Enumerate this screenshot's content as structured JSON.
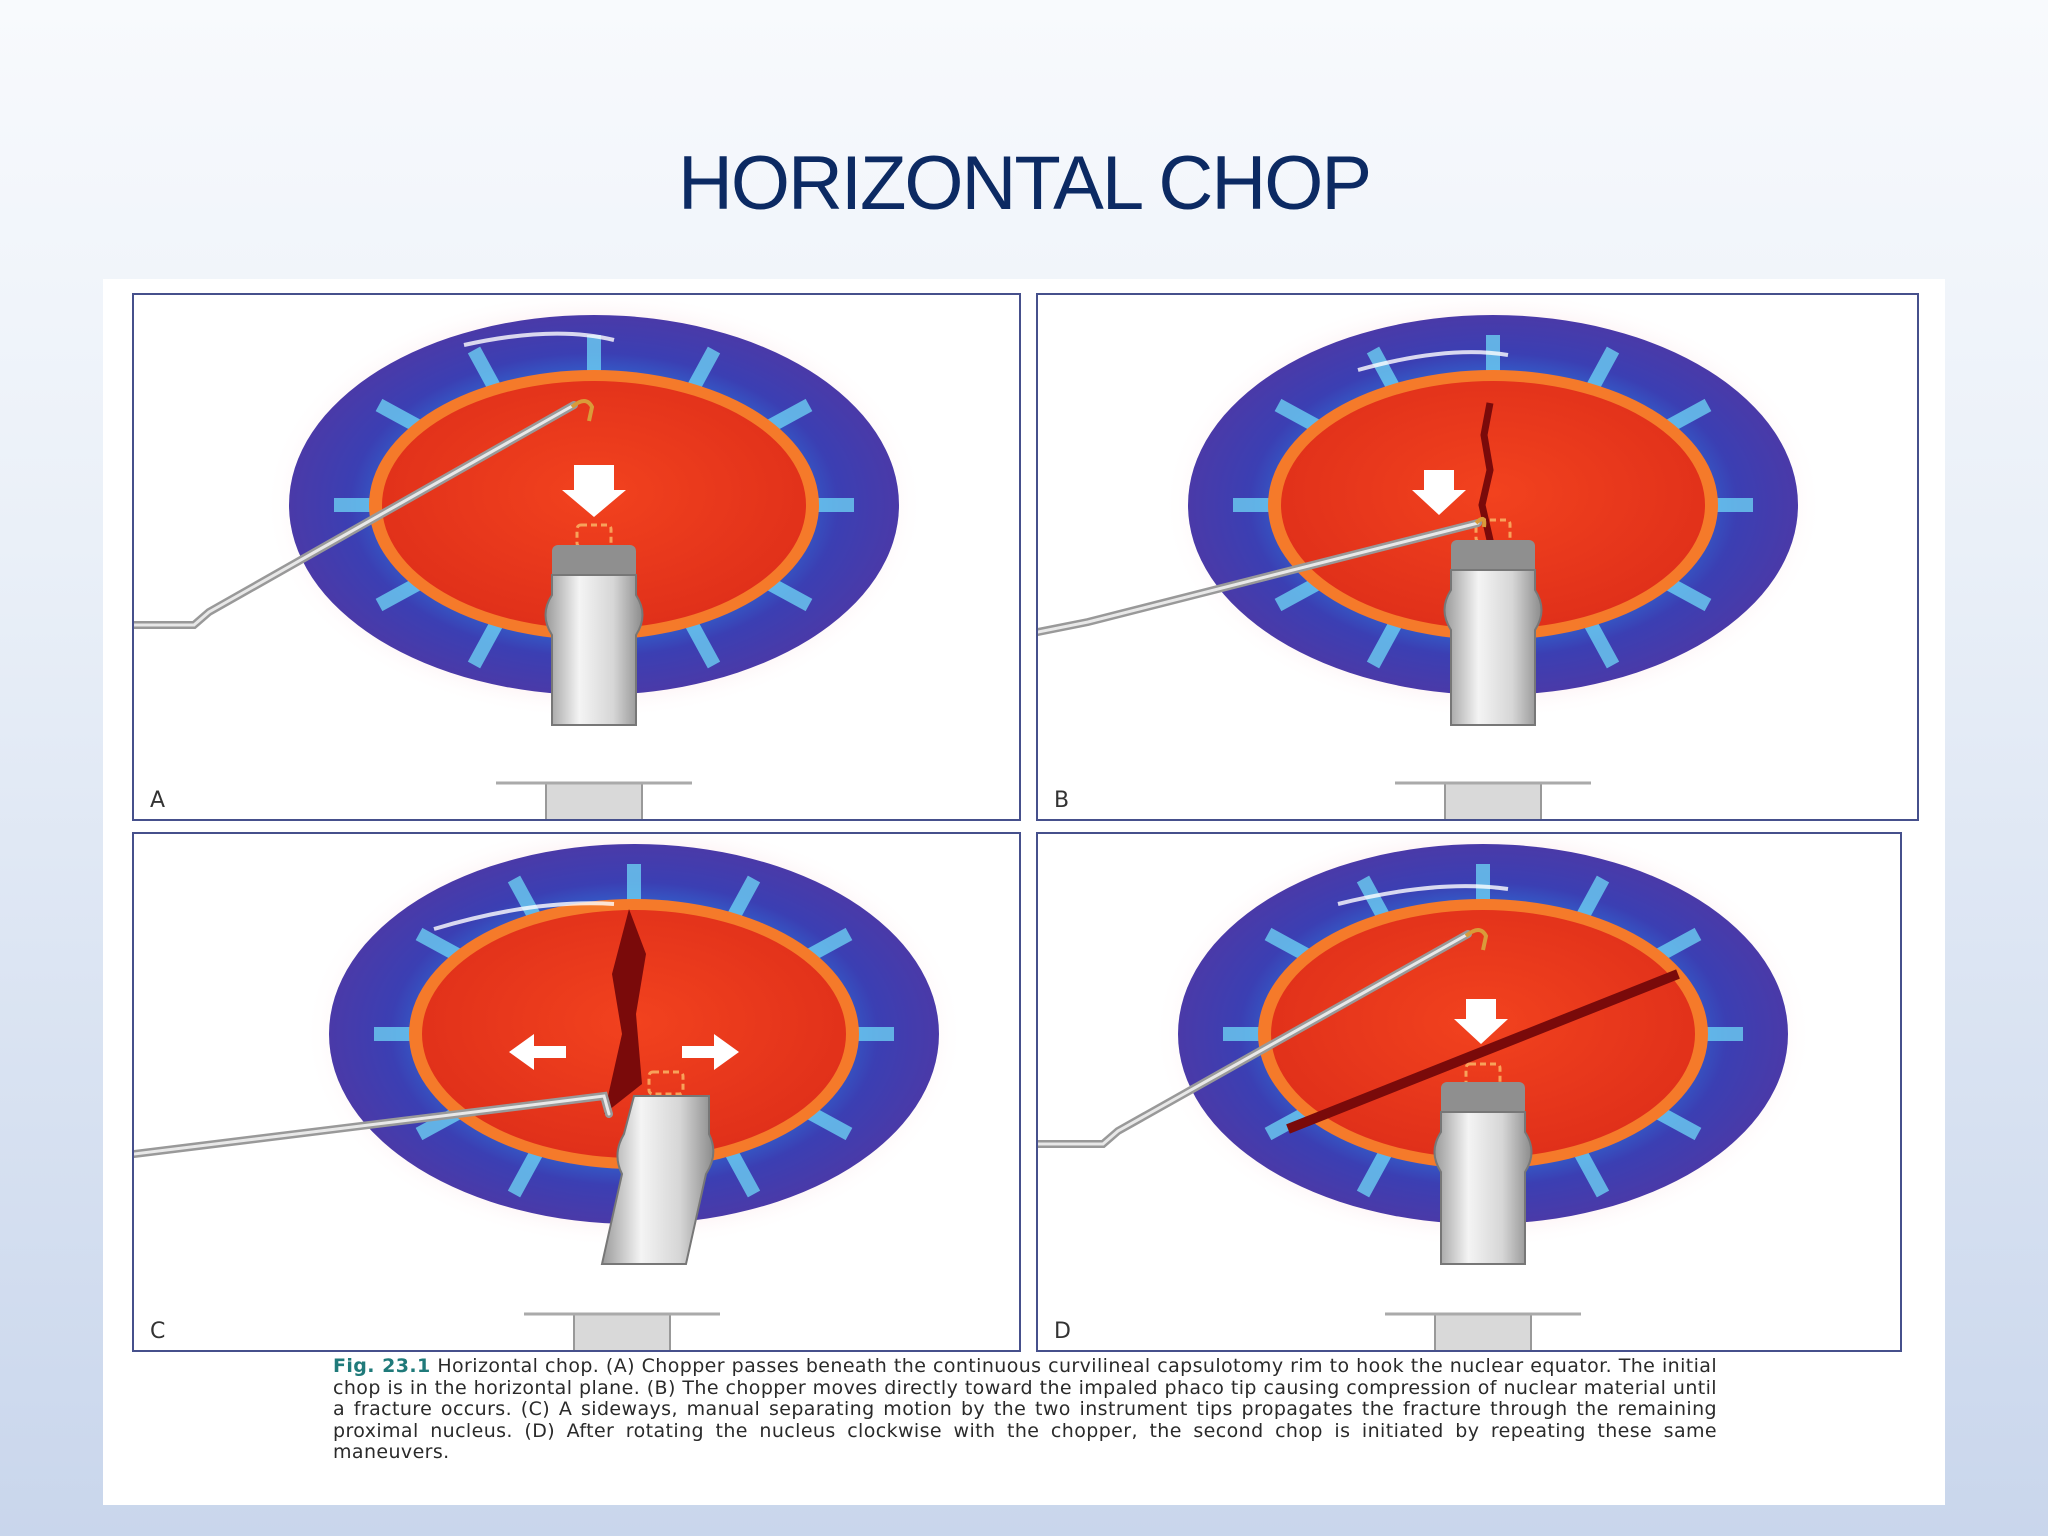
{
  "title": "HORIZONTAL CHOP",
  "panels": [
    {
      "letter": "A"
    },
    {
      "letter": "B"
    },
    {
      "letter": "C"
    },
    {
      "letter": "D"
    }
  ],
  "caption": {
    "fig_number": "Fig. 23.1",
    "text": "Horizontal chop. (A) Chopper passes beneath the continuous curvilineal capsulotomy rim to hook the nuclear equator. The initial chop is in the horizontal plane. (B) The chopper moves directly toward the impaled phaco tip causing compression of nuclear material until a fracture occurs. (C) A sideways, manual separating motion by the two instrument tips propagates the fracture through the remaining proximal nucleus. (D) After rotating the nucleus clockwise with the chopper, the second chop is initiated by repeating these same maneuvers."
  },
  "colors": {
    "title": "#0c2a63",
    "iris_outer": "#3b3fb3",
    "iris_streaks": "#5fd1f5",
    "nucleus": "#e8391c",
    "nucleus_ring": "#f57a2a",
    "fracture": "#7a0a0a",
    "panel_border": "#46508c"
  }
}
